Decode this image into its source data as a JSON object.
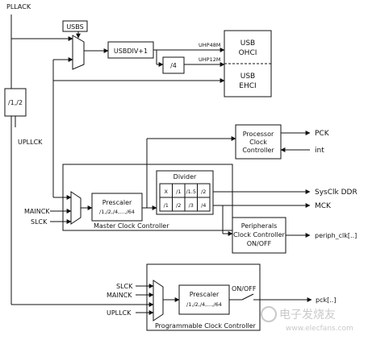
{
  "labels": {
    "pllack": "PLLACK",
    "usbs": "USBS",
    "usbdiv": "USBDIV+1",
    "uhp48m": "UHP48M",
    "uhp12m": "UHP12M",
    "div4": "/4",
    "usb_ohci_1": "USB",
    "usb_ohci_2": "OHCI",
    "usb_ehci_1": "USB",
    "usb_ehci_2": "EHCI",
    "div12": "/1,/2",
    "upllck": "UPLLCK",
    "pcc_1": "Processor",
    "pcc_2": "Clock",
    "pcc_3": "Controller",
    "pck": "PCK",
    "int": "int",
    "divider": "Divider",
    "divider_cells_top": [
      "X",
      "/1",
      "/1.5",
      "/2"
    ],
    "divider_cells_bottom": [
      "/1",
      "/2",
      "/3",
      "/4"
    ],
    "prescaler_1": "Prescaler",
    "prescaler_2": "/1,/2,/4,...,/64",
    "mainck": "MAINCK",
    "slck": "SLCK",
    "sysclk_ddr": "SysClk DDR",
    "mck": "MCK",
    "master_clock_controller": "Master Clock Controller",
    "periph_1": "Peripherals",
    "periph_2": "Clock Controller",
    "periph_3": "ON/OFF",
    "periph_clk": "periph_clk[..]",
    "prog_slck": "SLCK",
    "prog_mainck": "MAINCK",
    "prog_upllck": "UPLLCK",
    "prog_prescaler_1": "Prescaler",
    "prog_prescaler_2": "/1,/2,/4,...,/64",
    "on_off": "ON/OFF",
    "pck_out": "pck[..]",
    "programmable_clock_controller": "Programmable Clock Controller",
    "watermark_main": "电子发烧友",
    "watermark_url": "www.elecfans.com"
  }
}
